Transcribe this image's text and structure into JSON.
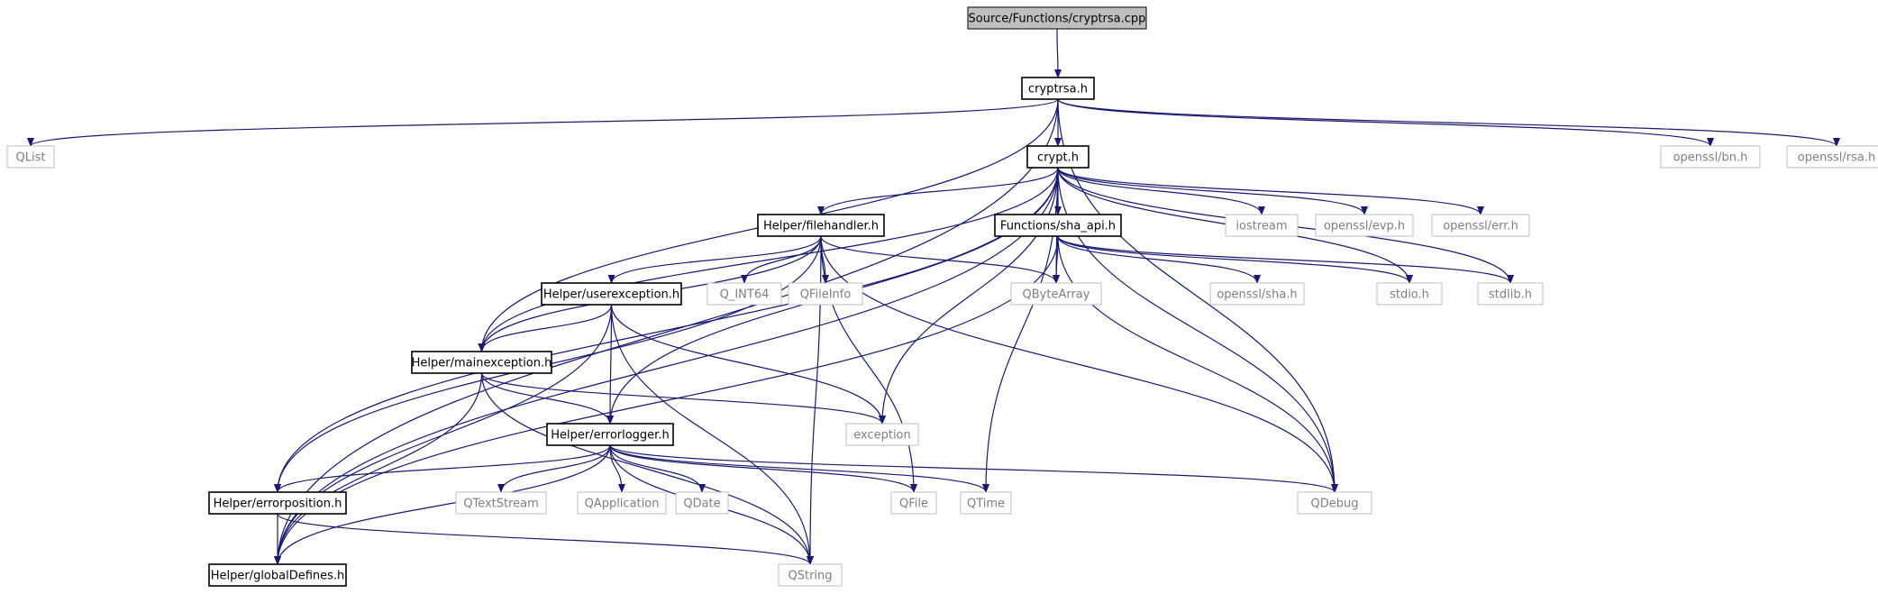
{
  "colors": {
    "edge": "#191970",
    "documented_border": "#000000",
    "external_border": "#bfbfbf",
    "external_text": "#7f7f7f",
    "root_fill": "#bfbfbf",
    "node_fill": "#ffffff",
    "text": "#000000"
  },
  "nodes": [
    {
      "id": "root",
      "label": "Source/Functions/cryptrsa.cpp",
      "kind": "root"
    },
    {
      "id": "cryptrsa_h",
      "label": "cryptrsa.h",
      "kind": "documented"
    },
    {
      "id": "qlist",
      "label": "QList",
      "kind": "external"
    },
    {
      "id": "crypt_h",
      "label": "crypt.h",
      "kind": "documented"
    },
    {
      "id": "openssl_bn",
      "label": "openssl/bn.h",
      "kind": "external"
    },
    {
      "id": "openssl_rsa",
      "label": "openssl/rsa.h",
      "kind": "external"
    },
    {
      "id": "filehandler",
      "label": "Helper/filehandler.h",
      "kind": "documented"
    },
    {
      "id": "sha_api",
      "label": "Functions/sha_api.h",
      "kind": "documented"
    },
    {
      "id": "iostream",
      "label": "iostream",
      "kind": "external"
    },
    {
      "id": "openssl_evp",
      "label": "openssl/evp.h",
      "kind": "external"
    },
    {
      "id": "openssl_err",
      "label": "openssl/err.h",
      "kind": "external"
    },
    {
      "id": "userexception",
      "label": "Helper/userexception.h",
      "kind": "documented"
    },
    {
      "id": "qint64",
      "label": "Q_INT64",
      "kind": "external"
    },
    {
      "id": "qfileinfo",
      "label": "QFileInfo",
      "kind": "external"
    },
    {
      "id": "qbytearray",
      "label": "QByteArray",
      "kind": "external"
    },
    {
      "id": "openssl_sha",
      "label": "openssl/sha.h",
      "kind": "external"
    },
    {
      "id": "stdio",
      "label": "stdio.h",
      "kind": "external"
    },
    {
      "id": "stdlib",
      "label": "stdlib.h",
      "kind": "external"
    },
    {
      "id": "mainexception",
      "label": "Helper/mainexception.h",
      "kind": "documented"
    },
    {
      "id": "exception",
      "label": "exception",
      "kind": "external"
    },
    {
      "id": "errorlogger",
      "label": "Helper/errorlogger.h",
      "kind": "documented"
    },
    {
      "id": "errorposition",
      "label": "Helper/errorposition.h",
      "kind": "documented"
    },
    {
      "id": "qtextstream",
      "label": "QTextStream",
      "kind": "external"
    },
    {
      "id": "qapplication",
      "label": "QApplication",
      "kind": "external"
    },
    {
      "id": "qdate",
      "label": "QDate",
      "kind": "external"
    },
    {
      "id": "qfile",
      "label": "QFile",
      "kind": "external"
    },
    {
      "id": "qtime",
      "label": "QTime",
      "kind": "external"
    },
    {
      "id": "qdebug",
      "label": "QDebug",
      "kind": "external"
    },
    {
      "id": "globaldefines",
      "label": "Helper/globalDefines.h",
      "kind": "documented"
    },
    {
      "id": "qstring",
      "label": "QString",
      "kind": "external"
    }
  ],
  "edges": [
    {
      "from": "root",
      "to": "cryptrsa_h"
    },
    {
      "from": "cryptrsa_h",
      "to": "qlist"
    },
    {
      "from": "cryptrsa_h",
      "to": "crypt_h"
    },
    {
      "from": "cryptrsa_h",
      "to": "openssl_bn"
    },
    {
      "from": "cryptrsa_h",
      "to": "openssl_rsa"
    },
    {
      "from": "cryptrsa_h",
      "to": "mainexception"
    },
    {
      "from": "cryptrsa_h",
      "to": "globaldefines"
    },
    {
      "from": "cryptrsa_h",
      "to": "qdebug"
    },
    {
      "from": "crypt_h",
      "to": "filehandler"
    },
    {
      "from": "crypt_h",
      "to": "sha_api"
    },
    {
      "from": "crypt_h",
      "to": "iostream"
    },
    {
      "from": "crypt_h",
      "to": "openssl_evp"
    },
    {
      "from": "crypt_h",
      "to": "openssl_err"
    },
    {
      "from": "crypt_h",
      "to": "qbytearray"
    },
    {
      "from": "crypt_h",
      "to": "stdio"
    },
    {
      "from": "crypt_h",
      "to": "stdlib"
    },
    {
      "from": "crypt_h",
      "to": "exception"
    },
    {
      "from": "crypt_h",
      "to": "mainexception"
    },
    {
      "from": "crypt_h",
      "to": "errorlogger"
    },
    {
      "from": "crypt_h",
      "to": "errorposition"
    },
    {
      "from": "crypt_h",
      "to": "globaldefines"
    },
    {
      "from": "crypt_h",
      "to": "qtime"
    },
    {
      "from": "crypt_h",
      "to": "qdebug"
    },
    {
      "from": "filehandler",
      "to": "userexception"
    },
    {
      "from": "filehandler",
      "to": "qint64"
    },
    {
      "from": "filehandler",
      "to": "qfileinfo"
    },
    {
      "from": "filehandler",
      "to": "qbytearray"
    },
    {
      "from": "filehandler",
      "to": "mainexception"
    },
    {
      "from": "filehandler",
      "to": "errorposition"
    },
    {
      "from": "filehandler",
      "to": "qfile"
    },
    {
      "from": "filehandler",
      "to": "qstring"
    },
    {
      "from": "filehandler",
      "to": "qdebug"
    },
    {
      "from": "sha_api",
      "to": "qbytearray"
    },
    {
      "from": "sha_api",
      "to": "openssl_sha"
    },
    {
      "from": "sha_api",
      "to": "stdio"
    },
    {
      "from": "sha_api",
      "to": "stdlib"
    },
    {
      "from": "sha_api",
      "to": "qdebug"
    },
    {
      "from": "sha_api",
      "to": "globaldefines"
    },
    {
      "from": "userexception",
      "to": "mainexception"
    },
    {
      "from": "userexception",
      "to": "errorlogger"
    },
    {
      "from": "userexception",
      "to": "exception"
    },
    {
      "from": "userexception",
      "to": "qstring"
    },
    {
      "from": "userexception",
      "to": "globaldefines"
    },
    {
      "from": "mainexception",
      "to": "errorlogger"
    },
    {
      "from": "mainexception",
      "to": "exception"
    },
    {
      "from": "mainexception",
      "to": "globaldefines"
    },
    {
      "from": "mainexception",
      "to": "qstring"
    },
    {
      "from": "errorlogger",
      "to": "errorposition"
    },
    {
      "from": "errorlogger",
      "to": "qtextstream"
    },
    {
      "from": "errorlogger",
      "to": "qapplication"
    },
    {
      "from": "errorlogger",
      "to": "qdate"
    },
    {
      "from": "errorlogger",
      "to": "qfile"
    },
    {
      "from": "errorlogger",
      "to": "qtime"
    },
    {
      "from": "errorlogger",
      "to": "qdebug"
    },
    {
      "from": "errorlogger",
      "to": "qstring"
    },
    {
      "from": "errorlogger",
      "to": "globaldefines"
    },
    {
      "from": "errorposition",
      "to": "globaldefines"
    },
    {
      "from": "errorposition",
      "to": "qstring"
    }
  ]
}
